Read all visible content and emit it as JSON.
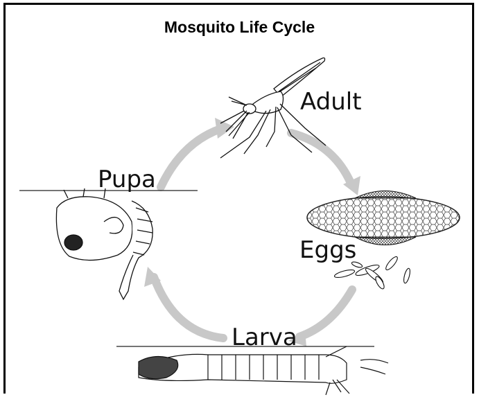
{
  "title": "Mosquito Life Cycle",
  "stages": {
    "adult": "Adult",
    "eggs": "Eggs",
    "larva": "Larva",
    "pupa": "Pupa"
  },
  "colors": {
    "arrow": "#c8c8c8",
    "ink": "#000000"
  }
}
